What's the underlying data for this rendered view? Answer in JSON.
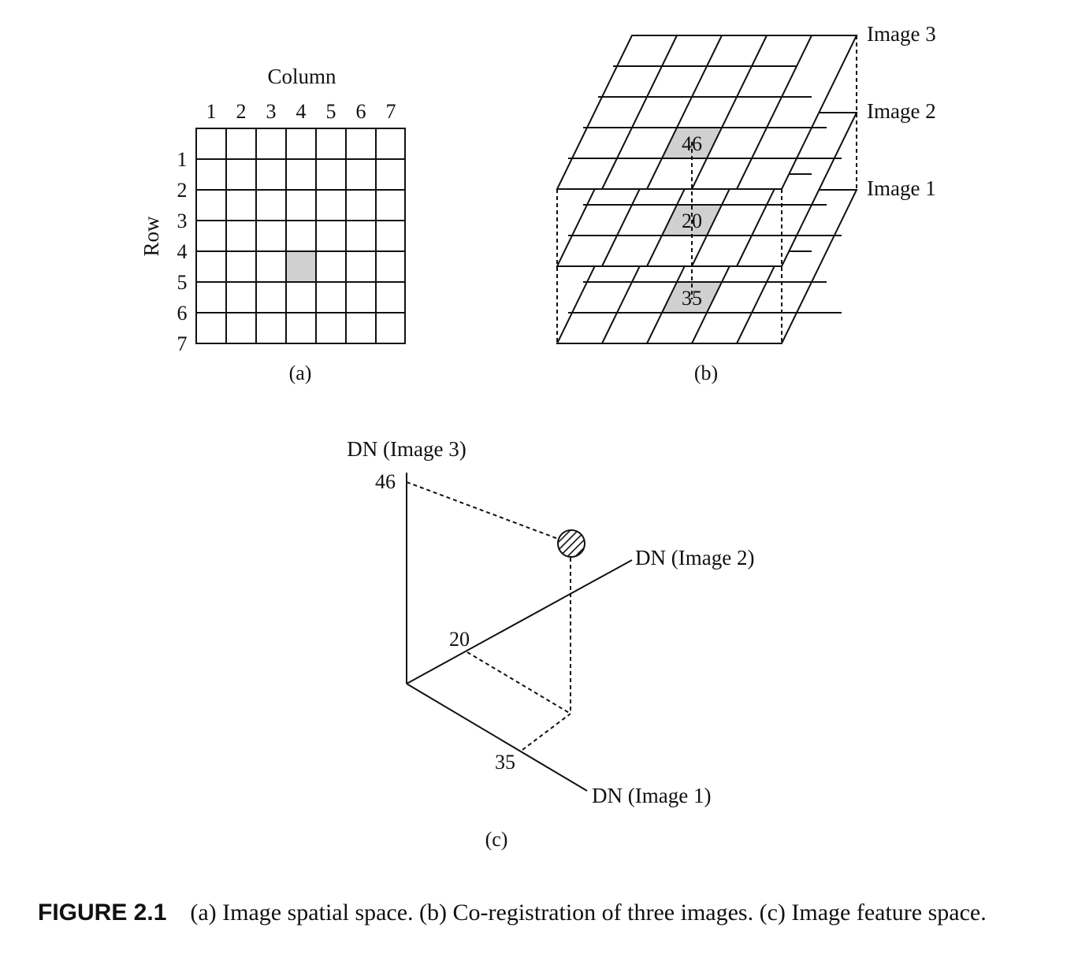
{
  "panel_a": {
    "column_title": "Column",
    "row_title": "Row",
    "column_numbers": [
      "1",
      "2",
      "3",
      "4",
      "5",
      "6",
      "7"
    ],
    "row_numbers": [
      "1",
      "2",
      "3",
      "4",
      "5",
      "6",
      "7"
    ],
    "highlight_cell": {
      "row": 4,
      "column": 4
    },
    "label": "(a)"
  },
  "panel_b": {
    "layers": [
      {
        "name": "Image 3",
        "value": "46"
      },
      {
        "name": "Image 2",
        "value": "20"
      },
      {
        "name": "Image 1",
        "value": "35"
      }
    ],
    "label": "(b)"
  },
  "panel_c": {
    "axis_z_label": "DN (Image 3)",
    "axis_y_label": "DN (Image 2)",
    "axis_x_label": "DN (Image 1)",
    "z_value": "46",
    "y_value": "20",
    "x_value": "35",
    "label": "(c)"
  },
  "caption": {
    "figure_label": "FIGURE 2.1",
    "text": "(a) Image spatial space. (b) Co-registration of three images. (c) Image feature space."
  },
  "colors": {
    "highlight_fill": "#d0d0d0",
    "line": "#111111"
  }
}
